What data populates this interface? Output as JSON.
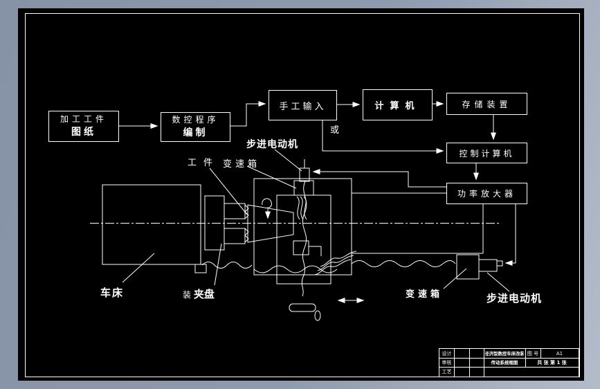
{
  "window": {
    "background_color": "#8e9aae",
    "sheet_color": "#000000",
    "line_color": "#ffffff"
  },
  "flowchart": {
    "boxes": {
      "drawing": {
        "line1": "加工工件",
        "line2": "图纸"
      },
      "programming": {
        "line1": "数控程序",
        "line2": "编制"
      },
      "manual_input": "手工输入",
      "computer": "计算机",
      "storage": "存储装置",
      "control_computer": "控制计算机",
      "power_amp": "功率放大器"
    },
    "or_label": "或"
  },
  "machine": {
    "stepper_top": "步进电动机",
    "gearbox_top": "变速箱",
    "workpiece": "工件",
    "lathe": "车床",
    "chuck_prefix": "装",
    "chuck": "夹盘",
    "gearbox_bottom": "变速箱",
    "stepper_bottom": "步进电动机"
  },
  "title_block": {
    "design": "设计",
    "review": "审核",
    "process": "工艺",
    "title_line1": "经济型数控车床改装",
    "title_line2": "传动系统框图",
    "sheet_no_label": "图 号",
    "sheet_no": "A1",
    "sheet_count": "共 张 第 1 张"
  }
}
